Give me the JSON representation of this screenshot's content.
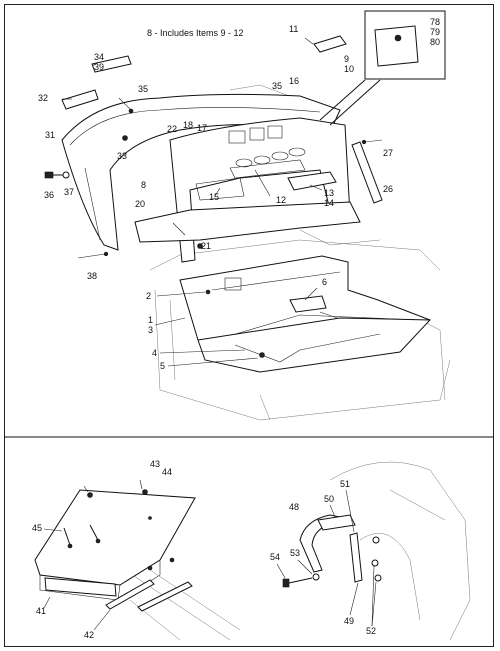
{
  "title": "8 - Includes Items 9 - 12",
  "inset_labels": [
    "78",
    "79",
    "80"
  ],
  "callouts": {
    "c1": "1",
    "c2": "2",
    "c3": "3",
    "c4": "4",
    "c5": "5",
    "c6": "6",
    "c8": "8",
    "c9": "9",
    "c10": "10",
    "c11": "11",
    "c12": "12",
    "c13": "13",
    "c14": "14",
    "c15": "15",
    "c16": "16",
    "c17": "17",
    "c18": "18",
    "c20": "20",
    "c21": "21",
    "c22": "22",
    "c26": "26",
    "c27": "27",
    "c31": "31",
    "c32": "32",
    "c33": "33",
    "c34": "34",
    "c35a": "35",
    "c35b": "35",
    "c36": "36",
    "c37": "37",
    "c38": "38",
    "c39": "39",
    "c41": "41",
    "c42": "42",
    "c43": "43",
    "c44": "44",
    "c45": "45",
    "c48": "48",
    "c49": "49",
    "c50": "50",
    "c51": "51",
    "c52": "52",
    "c53": "53",
    "c54": "54"
  }
}
